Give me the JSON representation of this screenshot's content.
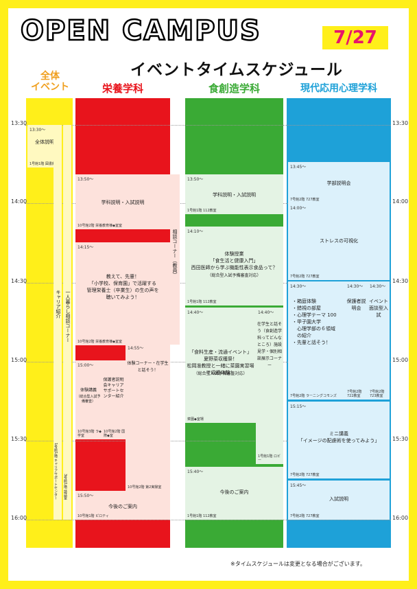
{
  "header": {
    "title": "OPEN CAMPUS",
    "date": "7/27",
    "subtitle": "イベントタイムスケジュール"
  },
  "colors": {
    "frame": "#ffef1a",
    "general": "#ffef1a",
    "nutrition": "#e8141c",
    "food": "#3aaa35",
    "psychology": "#1ea1d8",
    "date_text": "#e8146b"
  },
  "columns": [
    {
      "header_line1": "全体",
      "header_line2": "イベント"
    },
    {
      "header": "栄養学科"
    },
    {
      "header": "食創造学科"
    },
    {
      "header": "現代応用心理学科"
    }
  ],
  "times": [
    "13:30",
    "14:00",
    "14:30",
    "15:00",
    "15:30",
    "16:00"
  ],
  "general": [
    {
      "time": "13:30～",
      "title": "全体説明",
      "room": "1号館1階 図書館"
    },
    {
      "title": "キャリア紹介",
      "room": "1号館1階 キャリアサポートセンター"
    },
    {
      "title": "一人暮らし相談コーナー",
      "room": "3号館1階 談話室"
    }
  ],
  "nutrition": [
    {
      "time": "13:50～",
      "title": "学科説明・入試説明",
      "room": "10号館2階 栄養教育棟◆室室"
    },
    {
      "time": "14:15～",
      "title_line1": "教えて、先輩！",
      "title_line2": "「小学校、保育園」で活躍する",
      "title_line3": "管理栄養士（卒業生）の生の声を",
      "title_line4": "聴いてみよう！",
      "room": "10号館2階 栄養教育棟◆室室"
    },
    {
      "title": "相談コーナー（教員）"
    },
    {
      "time": "15:00～",
      "title": "体験講義",
      "note": "（総合型入試予備審査）",
      "room": "10号館3階 ラ◆学室"
    },
    {
      "title": "保護者説明会キャリアサポートセンター紹介",
      "room": "10号館2階 国際◆室"
    },
    {
      "time": "14:55～",
      "title": "体験コーナー・在学生と話そう！",
      "room": "10号館2階 第2実験室"
    },
    {
      "time": "15:50～",
      "title": "今後のご案内",
      "room": "10号館1階 ピロティ"
    }
  ],
  "food": [
    {
      "time": "13:50～",
      "title": "学科説明・入試説明",
      "room": "1号館1階 112教室"
    },
    {
      "time": "14:10～",
      "title_line1": "体験授業",
      "title_line2": "「食生活と健康入門」",
      "title_line3": "西田医師から学ぶ機能性表示食品って？",
      "note": "（総合型入試予備審査対応）",
      "room": "1号館1階 112教室"
    },
    {
      "time": "14:40～",
      "title_line1": "「食料生産・流通イベント」",
      "title_line2": "夏野菜収穫祭！",
      "title_line3": "松岡准教授と一緒に菜園実習場で収穫体験！",
      "note": "（総合型入試予備審査対応）",
      "room": "菜園◆室場"
    },
    {
      "time": "14:40～",
      "title": "在学生と話そう（食創造学科ってどんなところ）施設見学・個別相談展示コーナー",
      "room": "1号館1階 ロビー"
    },
    {
      "time": "15:40～",
      "title": "今後のご案内",
      "room": "1号館1階 112教室"
    }
  ],
  "psych": [
    {
      "time": "13:45～",
      "title": "学部説明会",
      "room": "7号館2階 727教室"
    },
    {
      "time": "14:00～",
      "title": "ストレスの可視化",
      "room": "7号館2階 727教室"
    },
    {
      "time": "14:30～",
      "items": [
        "・箱庭体験",
        "・錯視の部屋",
        "・心理学テーマ 100",
        "・甲子園大学",
        "　心理学部の６領域",
        "　の紹介",
        "・先輩と話そう！"
      ],
      "room": "7号館2階 ラーニングコモンズ"
    },
    {
      "time": "14:30～",
      "title": "保護者説明会",
      "room": "7号館2階 722教室"
    },
    {
      "time": "14:30～",
      "title": "イベント面談型入試",
      "room": "7号館2階 723教室"
    },
    {
      "time": "15:15～",
      "title_line1": "ミニ講義",
      "title_line2": "「イメージの配慮術を使ってみよう」",
      "room": "7号館2階 727教室"
    },
    {
      "time": "15:45～",
      "title": "入試説明",
      "room": "7号館2階 727教室"
    }
  ],
  "footer": {
    "note": "※タイムスケジュールは変更となる場合がございます。"
  }
}
